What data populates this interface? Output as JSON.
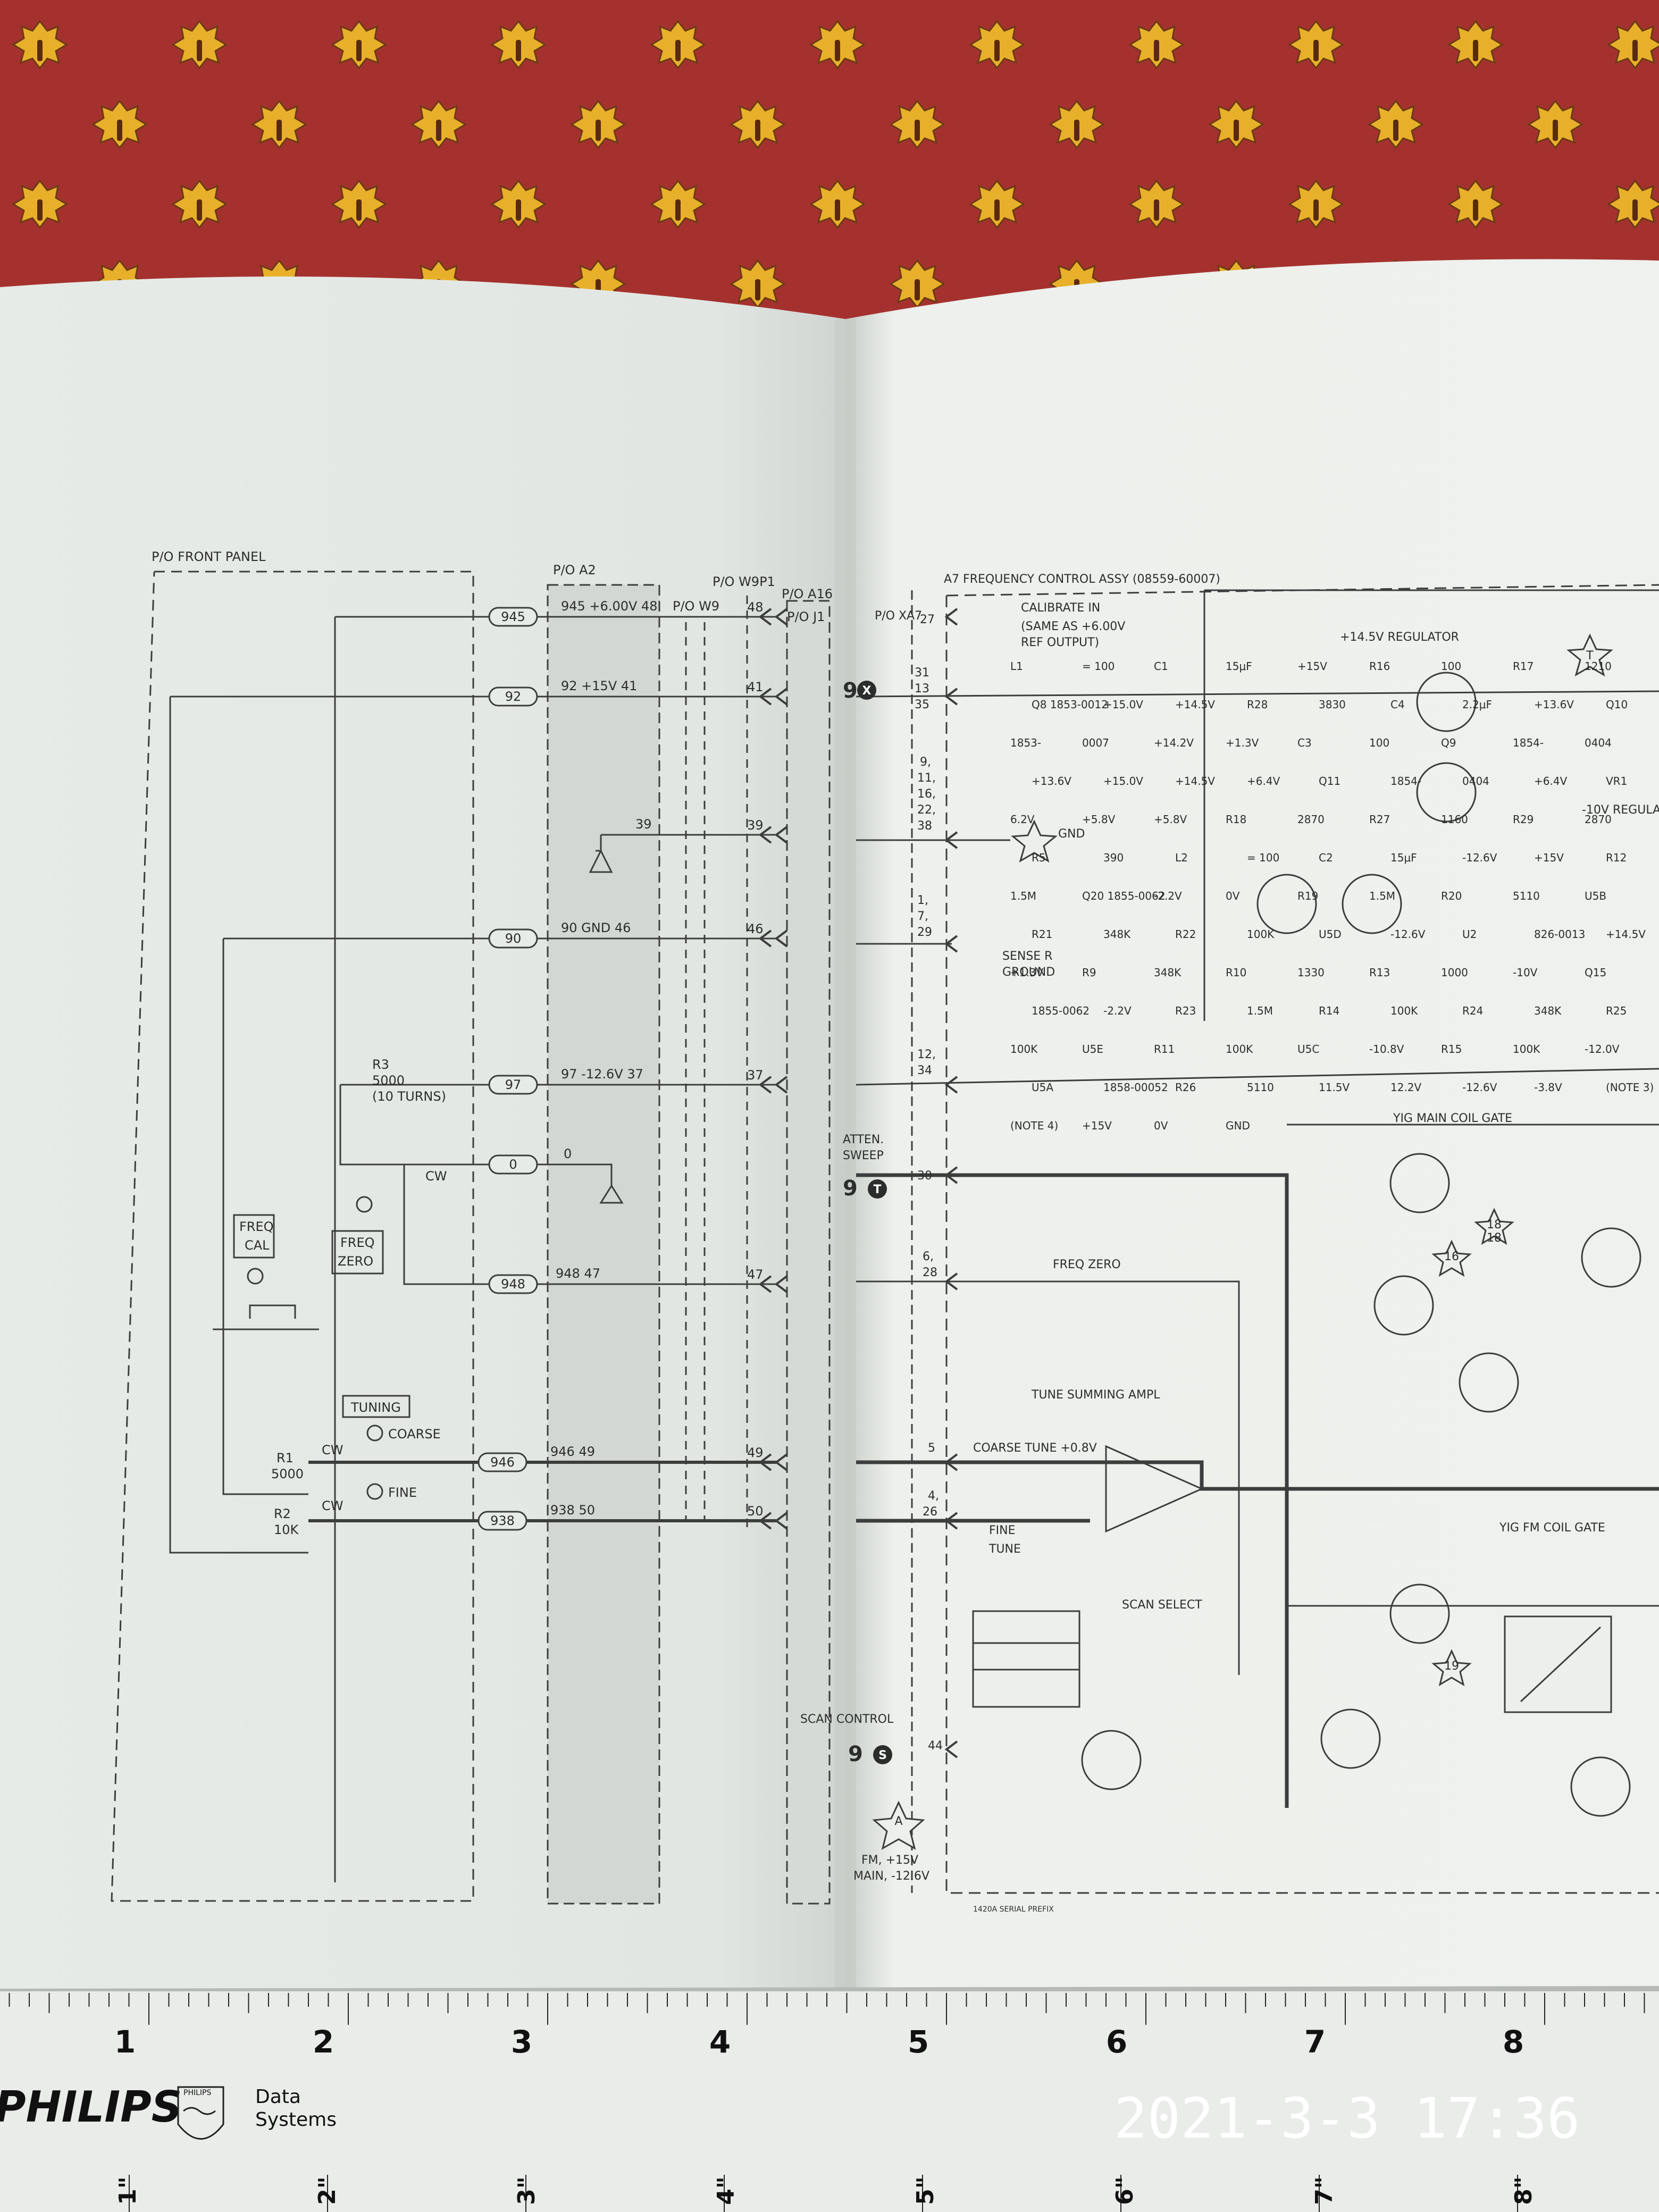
{
  "page_left": {
    "front_panel": "P/O FRONT PANEL",
    "a2": "P/O A2",
    "w9p1": "P/O W9P1",
    "w9": "P/O W9",
    "a16": "P/O A16",
    "j1": "P/O J1",
    "wires": [
      "945",
      "92",
      "90",
      "97",
      "0",
      "948",
      "946",
      "938"
    ],
    "pins_a2": [
      "945  +6.00V  48",
      "92  +15V  41",
      "39",
      "90  GND  46",
      "97  -12.6V  37",
      "0",
      "948  47",
      "946  49",
      "938  50"
    ],
    "pins_right": [
      "48",
      "41",
      "39",
      "46",
      "37",
      "47",
      "49",
      "50"
    ],
    "r3": [
      "R3",
      "5000",
      "(10 TURNS)",
      "CW"
    ],
    "freq_cal": [
      "FREQ",
      "CAL"
    ],
    "freq_zero": [
      "FREQ",
      "ZERO"
    ],
    "tuning": "TUNING",
    "coarse": "COARSE",
    "fine": "FINE",
    "r1": [
      "R1",
      "5000",
      "CW"
    ],
    "r2": [
      "R2",
      "10K",
      "CW"
    ]
  },
  "page_right": {
    "assy": "A7 FREQUENCY CONTROL ASSY (08559-60007)",
    "calibrate": [
      "CALIBRATE IN",
      "(SAME AS +6.00V",
      "REF OUTPUT)"
    ],
    "xa7": "P/O XA7",
    "regulator": "+14.5V REGULATOR",
    "regulator2": "-10V REGULA",
    "gnd": "GND",
    "sense": [
      "SENSE R",
      "GROUND"
    ],
    "atten": [
      "ATTEN.",
      "SWEEP"
    ],
    "freq_zero": "FREQ ZERO",
    "tune_sum": "TUNE SUMMING AMPL",
    "coarse_tune": "COARSE TUNE +0.8V",
    "fine_tune": [
      "FINE",
      "TUNE"
    ],
    "scan_select": "SCAN SELECT",
    "scan_control": "SCAN CONTROL",
    "fm": [
      "FM, +15V",
      "MAIN, -12.6V"
    ],
    "yig_main": "YIG MAIN COIL GATE",
    "yig_fm": "YIG FM COIL GATE",
    "serial": "1420A SERIAL PREFIX",
    "pins": [
      "27",
      "31",
      "13",
      "35",
      "9,",
      "11,",
      "16,",
      "22,",
      "38",
      "1,",
      "7,",
      "29",
      "12,",
      "34",
      "30",
      "6,",
      "28",
      "5",
      "4,",
      "26",
      "44"
    ],
    "parts": [
      "L1",
      "= 100",
      "C1",
      "15μF",
      "+15V",
      "R16",
      "100",
      "R17",
      "1210",
      "Q8 1853-0012",
      "+15.0V",
      "+14.5V",
      "R28",
      "3830",
      "C4",
      "2.2μF",
      "+13.6V",
      "Q10",
      "1853-",
      "0007",
      "+14.2V",
      "+1.3V",
      "C3",
      "100",
      "Q9",
      "1854-",
      "0404",
      "+13.6V",
      "+15.0V",
      "+14.5V",
      "+6.4V",
      "Q11",
      "1854-",
      "0404",
      "+6.4V",
      "VR1",
      "6.2V",
      "+5.8V",
      "+5.8V",
      "R18",
      "2870",
      "R27",
      "1160",
      "R29",
      "2870",
      "R5",
      "390",
      "L2",
      "= 100",
      "C2",
      "15μF",
      "-12.6V",
      "+15V",
      "R12",
      "1.5M",
      "Q20 1855-0062",
      "-2.2V",
      "0V",
      "R19",
      "1.5M",
      "R20",
      "5110",
      "U5B",
      "R21",
      "348K",
      "R22",
      "100K",
      "U5D",
      "-12.6V",
      "U2",
      "826-0013",
      "+14.5V",
      "+1.3V",
      "R9",
      "348K",
      "R10",
      "1330",
      "R13",
      "1000",
      "-10V",
      "Q15",
      "1855-0062",
      "-2.2V",
      "R23",
      "1.5M",
      "R14",
      "100K",
      "R24",
      "348K",
      "R25",
      "100K",
      "U5E",
      "R11",
      "100K",
      "U5C",
      "-10.8V",
      "R15",
      "100K",
      "-12.0V",
      "U5A",
      "1858-00052",
      "R26",
      "5110",
      "11.5V",
      "12.2V",
      "-12.6V",
      "-3.8V",
      "(NOTE 3)",
      "(NOTE 4)",
      "+15V",
      "0V",
      "GND"
    ],
    "stars": [
      "T",
      "18",
      "16",
      "18",
      "19",
      "A"
    ],
    "badge_9": "9",
    "badges": [
      "X",
      "T",
      "S"
    ]
  },
  "ruler": {
    "brand": "PHILIPS",
    "sub_brand": "PHILIPS",
    "product": [
      "Data",
      "Systems"
    ],
    "cm_labels": [
      "1",
      "2",
      "3",
      "4",
      "5",
      "6",
      "7",
      "8"
    ],
    "inch_labels": [
      "1\"",
      "2\"",
      "3\"",
      "4\"",
      "5\"",
      "6\"",
      "7\"",
      "8\""
    ]
  },
  "timestamp": "2021-3-3  17:36"
}
